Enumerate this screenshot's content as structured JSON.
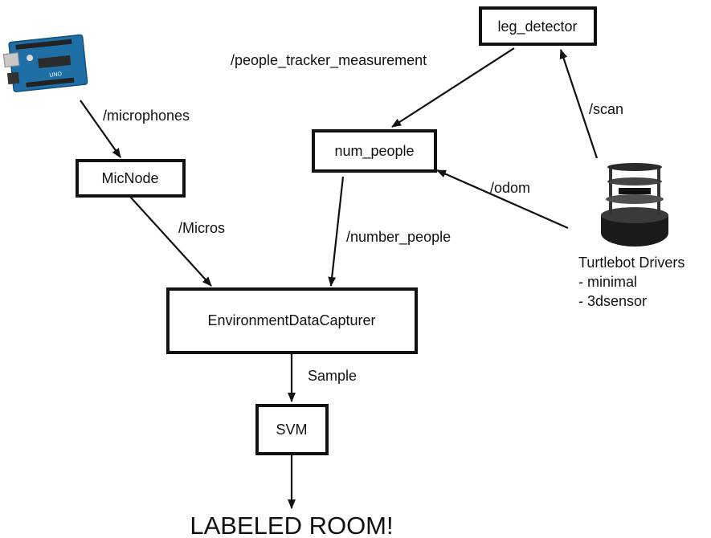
{
  "nodes": {
    "leg_detector": "leg_detector",
    "num_people": "num_people",
    "micnode": "MicNode",
    "capturer": "EnvironmentDataCapturer",
    "svm": "SVM"
  },
  "edges": {
    "microphones": "/microphones",
    "people_tracker": "/people_tracker_measurement",
    "scan": "/scan",
    "odom": "/odom",
    "micros": "/Micros",
    "number_people": "/number_people",
    "sample": "Sample"
  },
  "turtlebot": {
    "title": "Turtlebot Drivers",
    "items": [
      "- minimal",
      "- 3dsensor"
    ]
  },
  "output": "LABELED ROOM!",
  "colors": {
    "ink": "#111111",
    "arduino_board": "#1f6fa6",
    "robot_body": "#1a1a1a"
  },
  "icons": {
    "arduino": "arduino-board-icon",
    "turtlebot": "turtlebot-robot-icon"
  }
}
